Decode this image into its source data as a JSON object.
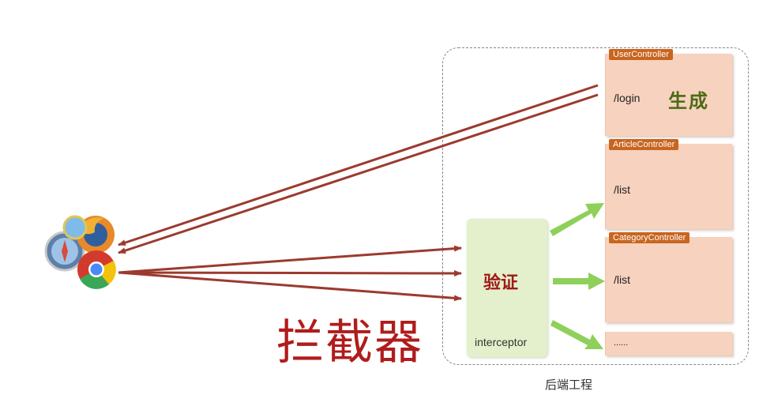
{
  "diagram": {
    "big_title": "拦截器",
    "backend_label": "后端工程",
    "interceptor": {
      "label": "interceptor",
      "action": "验证"
    },
    "generate_text": "生成",
    "controllers": [
      {
        "title": "UserController",
        "path": "/login"
      },
      {
        "title": "ArticleController",
        "path": "/list"
      },
      {
        "title": "CategoryController",
        "path": "/list"
      },
      {
        "title": "",
        "path": "......"
      }
    ],
    "browsers_icon": "browser-icons",
    "colors": {
      "request_arrow": "#9c3a2e",
      "forward_arrow": "#8ed05a",
      "controller_bg": "#f6d2bf",
      "controller_title_bg": "#c8651f",
      "interceptor_bg": "#e3f0cb",
      "big_title": "#b01c1c"
    }
  }
}
